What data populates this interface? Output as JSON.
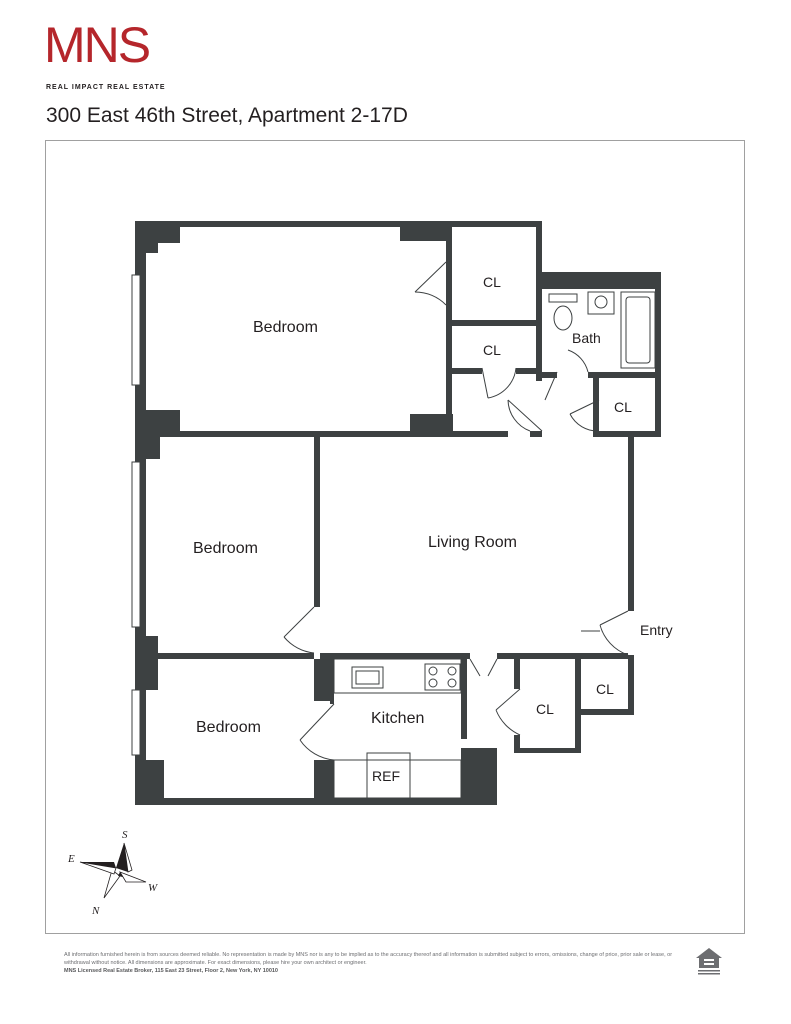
{
  "brand": {
    "logo": "MNS",
    "tagline": "REAL IMPACT REAL ESTATE",
    "logo_color": "#b5262b"
  },
  "listing": {
    "address": "300 East 46th Street, Apartment 2-17D"
  },
  "floorplan": {
    "rooms": {
      "bedroom_1": "Bedroom",
      "bedroom_2": "Bedroom",
      "bedroom_3": "Bedroom",
      "living_room": "Living Room",
      "kitchen": "Kitchen",
      "bath": "Bath",
      "entry": "Entry",
      "closet_1": "CL",
      "closet_2": "CL",
      "closet_3": "CL",
      "closet_4": "CL",
      "closet_5": "CL",
      "ref": "REF"
    },
    "wall_color": "#3d4142"
  },
  "compass": {
    "n": "N",
    "s": "S",
    "e": "E",
    "w": "W"
  },
  "footer": {
    "disclaimer": "All information furnished herein is from sources deemed reliable. No representation is made by MNS nor is any to be implied as to the accuracy thereof and all information is submitted subject to errors, omissions, change of price, prior sale or lease, or withdrawal without notice. All dimensions are approximate. For exact dimensions, please hire your own architect or engineer.",
    "broker": "MNS Licensed Real Estate Broker, 115 East 23 Street, Floor 2, New York, NY 10010",
    "eho_icon": "equal-housing-opportunity-icon"
  }
}
